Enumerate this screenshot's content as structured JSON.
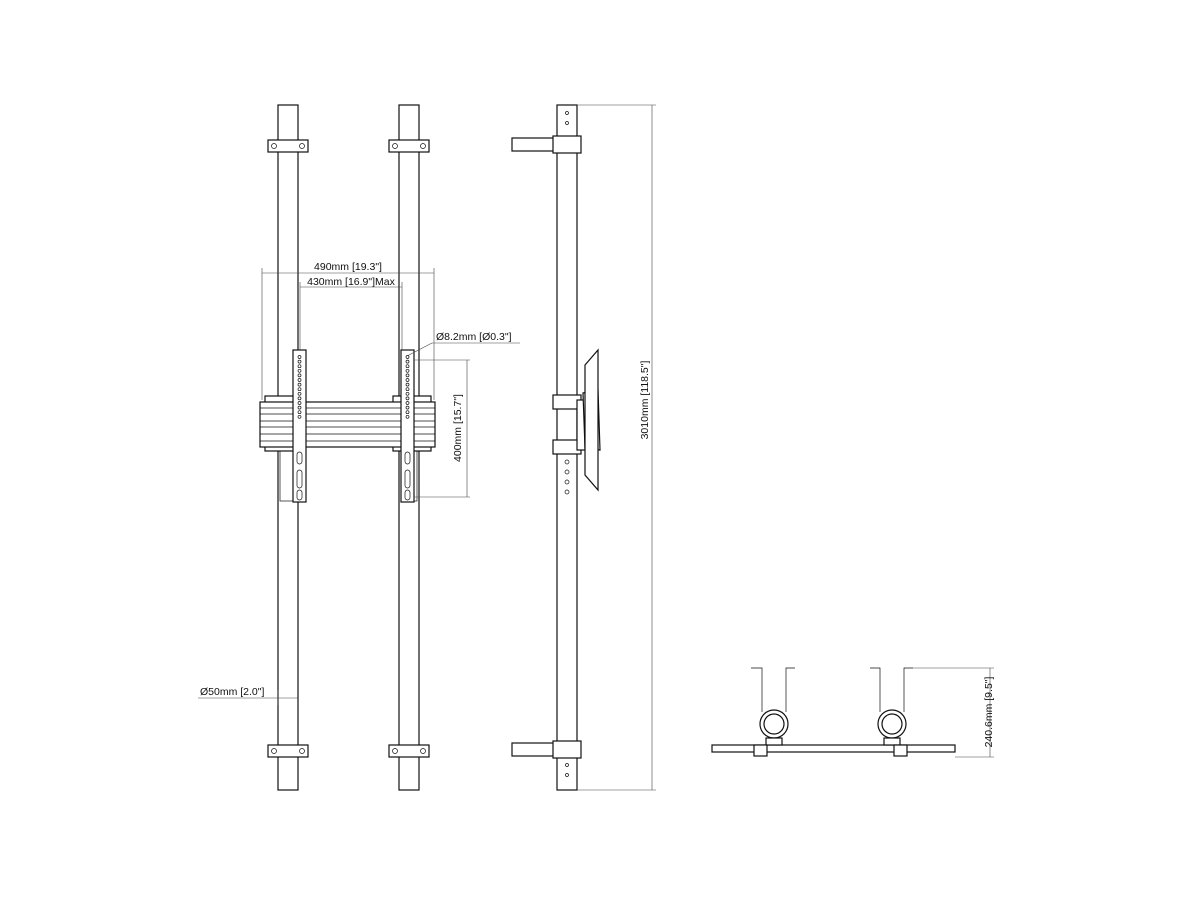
{
  "drawing": {
    "dimensions": {
      "mount_width": "490mm [19.3\"]",
      "mount_max_spacing": "430mm [16.9\"]Max",
      "hole_diameter": "Ø8.2mm [Ø0.3\"]",
      "vertical_spacing": "400mm [15.7\"]",
      "total_height": "3010mm [118.5\"]",
      "pole_diameter": "Ø50mm [2.0\"]",
      "depth": "240.6mm [9.5\"]"
    },
    "views": [
      "front-view",
      "side-view",
      "top-view"
    ],
    "line_color": "#111111"
  }
}
